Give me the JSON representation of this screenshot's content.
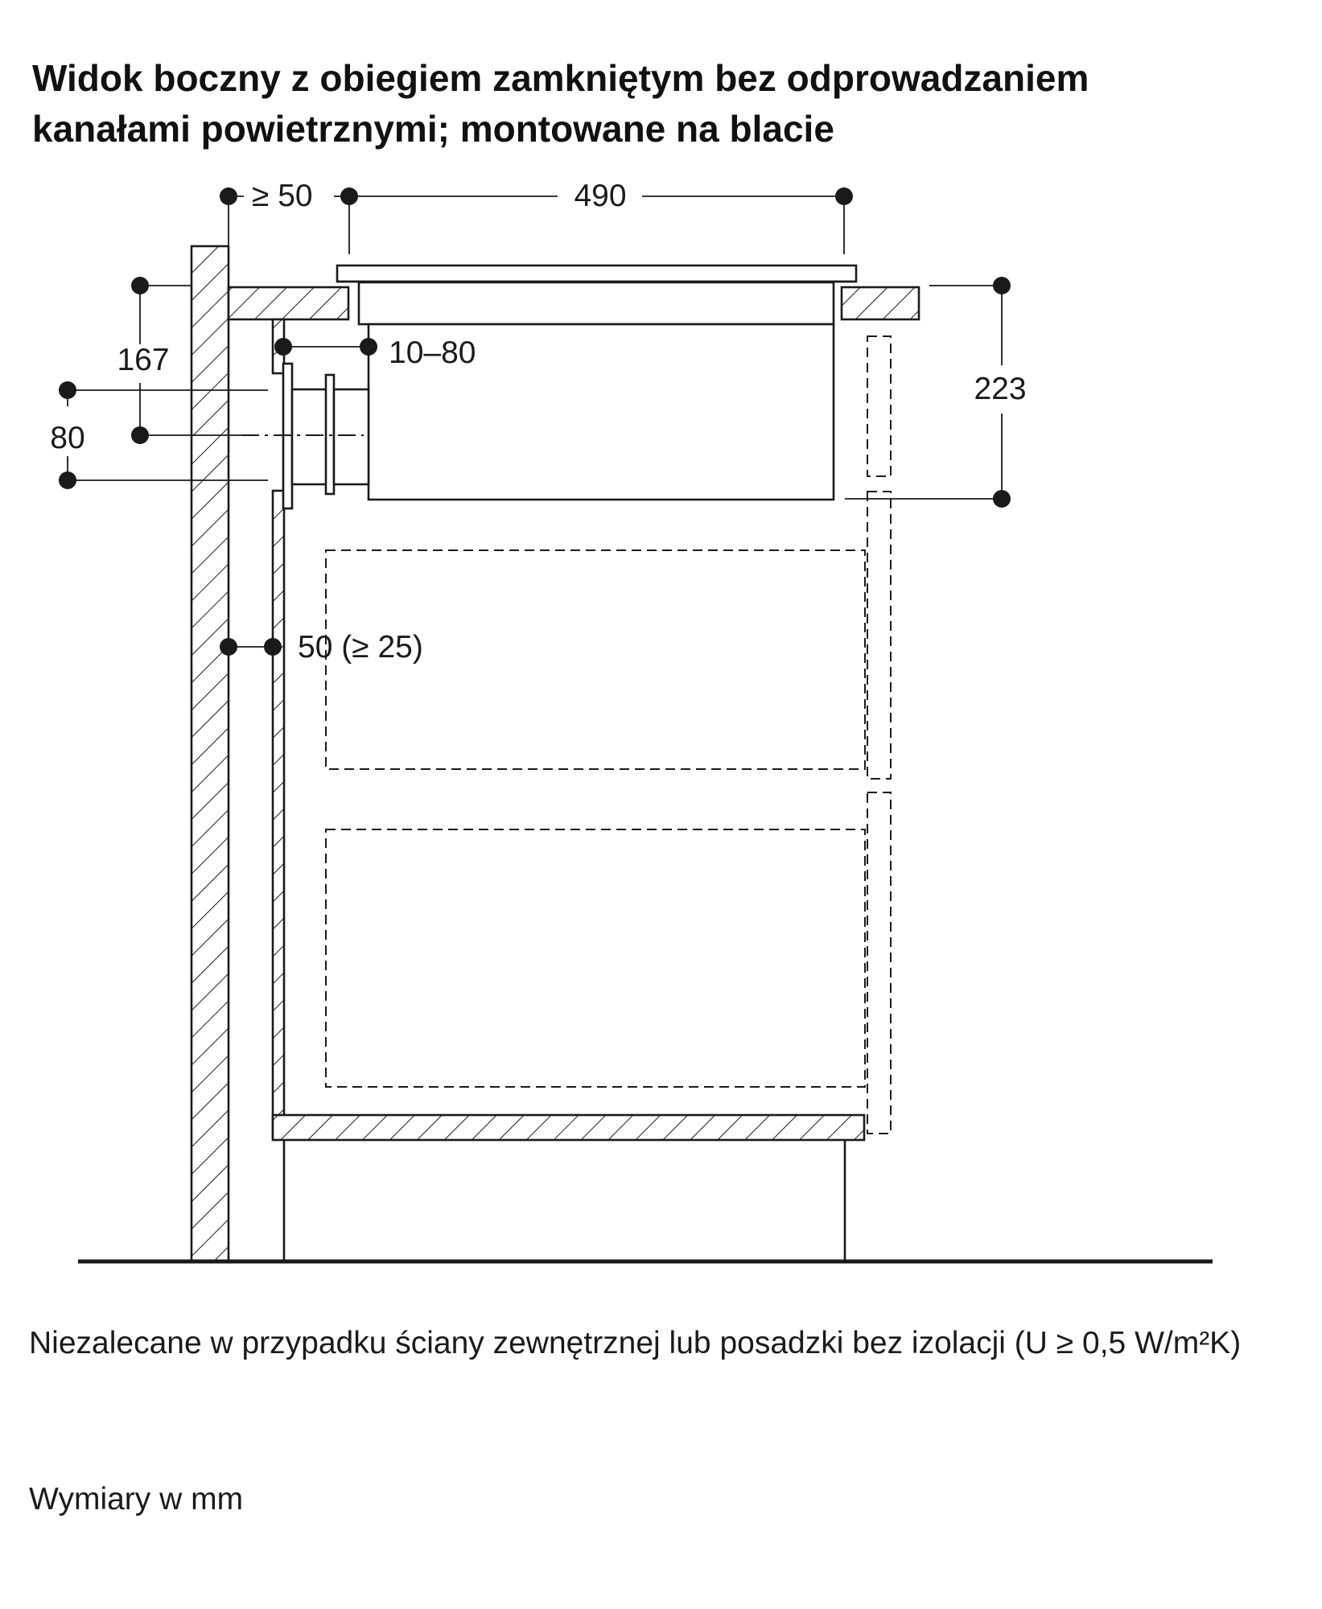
{
  "title": {
    "line1": "Widok boczny z obiegiem zamkniętym bez odprowadzaniem",
    "line2": "kanałami powietrznymi; montowane na blacie"
  },
  "dimensions": {
    "wall_clearance": "≥ 50",
    "width": "490",
    "height_left": "167",
    "duct_offset": "10–80",
    "duct_diameter": "80",
    "height_right": "223",
    "gap": "50 (≥ 25)"
  },
  "note": "Niezalecane w przypadku ściany zewnętrznej lub posadzki bez izolacji (U ≥ 0,5 W/m²K)",
  "units": "Wymiary w mm"
}
